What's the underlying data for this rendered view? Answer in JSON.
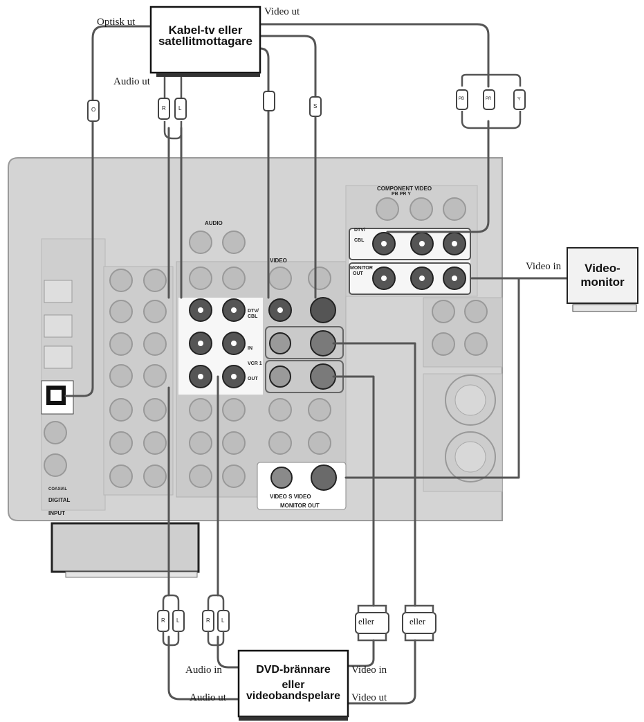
{
  "devices": {
    "cable_box": {
      "line1": "Kabel-tv eller",
      "line2": "satellitmottagare"
    },
    "monitor": {
      "line1": "Video-",
      "line2": "monitor"
    },
    "recorder": {
      "line1": "DVD-brännare",
      "line2": "eller",
      "line3": "videobandspelare"
    }
  },
  "labels": {
    "optisk_ut": "Optisk ut",
    "video_ut_top": "Video ut",
    "audio_ut_top": "Audio ut",
    "video_in_monitor": "Video in",
    "audio_in": "Audio in",
    "audio_ut_bottom": "Audio ut",
    "video_in_bottom": "Video in",
    "video_ut_bottom": "Video ut",
    "eller_1": "eller",
    "eller_2": "eller"
  },
  "panel": {
    "component_video": "COMPONENT VIDEO",
    "pb_pr_y": "PB PR Y",
    "audio": "AUDIO",
    "video": "VIDEO",
    "dtv_cbl_top": "DTV/",
    "dtv_cbl_bottom": "CBL",
    "monitor_out_1": "MONITOR",
    "monitor_out_2": "OUT",
    "dtv_cbl_2": "DTV/",
    "dtv_cbl_3": "CBL",
    "in": "IN",
    "vcr1": "VCR 1",
    "out": "OUT",
    "coaxial": "COAXIAL",
    "digital": "DIGITAL",
    "input": "INPUT",
    "video_s_video": "VIDEO S VIDEO",
    "monitor_out": "MONITOR OUT"
  },
  "plugs": {
    "o": "O",
    "r": "R",
    "l": "L",
    "s": "S",
    "pb": "PB",
    "pr": "PR",
    "y": "Y"
  }
}
